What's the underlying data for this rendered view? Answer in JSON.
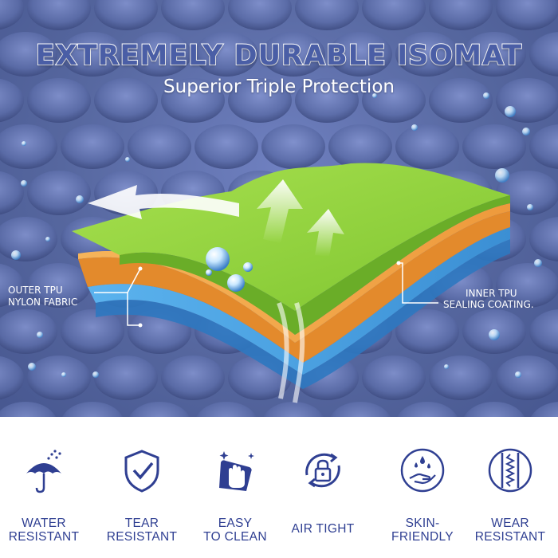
{
  "hero": {
    "title": "EXTREMELY DURABLE ISOMAT",
    "subtitle": "Superior Triple Protection",
    "label_left": [
      "OUTER TPU",
      "NYLON FABRIC"
    ],
    "label_right": [
      "INNER TPU",
      "SEALING COATING."
    ]
  },
  "features": [
    {
      "icon": "umbrella-rain-icon",
      "lines": [
        "WATER",
        "RESISTANT"
      ]
    },
    {
      "icon": "shield-check-icon",
      "lines": [
        "TEAR",
        "RESISTANT"
      ]
    },
    {
      "icon": "hand-wipe-icon",
      "lines": [
        "EASY",
        "TO CLEAN"
      ]
    },
    {
      "icon": "padlock-icon",
      "lines": [
        "AIR TIGHT"
      ]
    },
    {
      "icon": "hand-drops-icon",
      "lines": [
        "SKIN-",
        "FRIENDLY"
      ]
    },
    {
      "icon": "fabric-weave-icon",
      "lines": [
        "WEAR",
        "RESISTANT"
      ]
    }
  ],
  "colors": {
    "mat_blue": "#5a6aa6",
    "icon_blue": "#2f3f92",
    "layer_green": "#8fd13f",
    "layer_orange": "#f3a54a",
    "layer_blue": "#4aa0e0"
  }
}
